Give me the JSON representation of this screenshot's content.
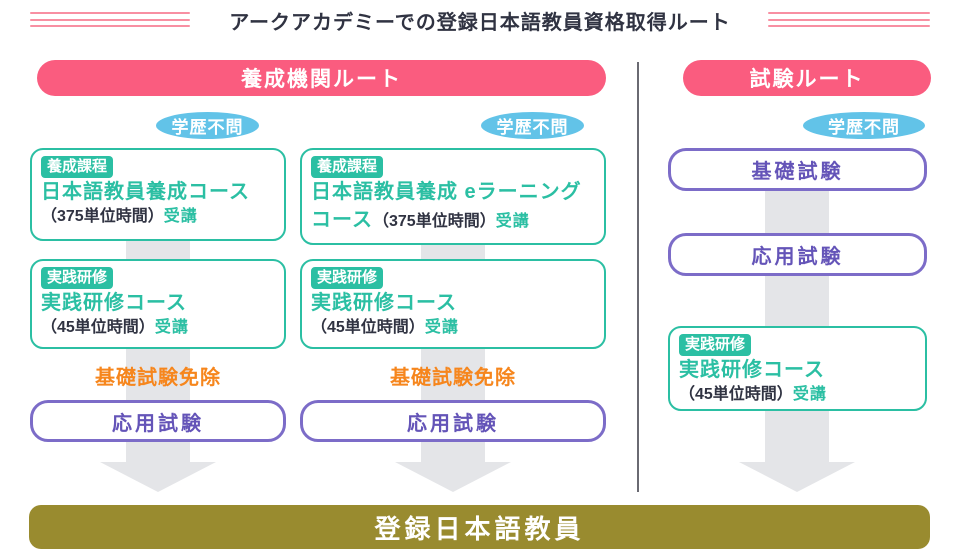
{
  "title": "アークアカデミーでの登録日本語教員資格取得ルート",
  "training_route": {
    "header": "養成機関ルート",
    "col1": {
      "badge": "学歴不問",
      "course": {
        "tag": "養成課程",
        "name": "日本語教員養成コース",
        "hours": "（375単位時間）",
        "action": "受講"
      },
      "practice": {
        "tag": "実践研修",
        "name": "実践研修コース",
        "hours": "（45単位時間）",
        "action": "受講"
      },
      "exemption": "基礎試験免除",
      "exam": "応用試験"
    },
    "col2": {
      "badge": "学歴不問",
      "course": {
        "tag": "養成課程",
        "name_line1": "日本語教員養成 eラーニング",
        "name_line2": "コース",
        "hours": "（375単位時間）",
        "action": "受講"
      },
      "practice": {
        "tag": "実践研修",
        "name": "実践研修コース",
        "hours": "（45単位時間）",
        "action": "受講"
      },
      "exemption": "基礎試験免除",
      "exam": "応用試験"
    }
  },
  "exam_route": {
    "header": "試験ルート",
    "badge": "学歴不問",
    "basic_exam": "基礎試験",
    "applied_exam": "応用試験",
    "practice": {
      "tag": "実践研修",
      "name": "実践研修コース",
      "hours": "（45単位時間）",
      "action": "受講"
    }
  },
  "footer": {
    "label": "登録日本語教員"
  },
  "colors": {
    "pink": "#FA5C7F",
    "teal": "#2BBFA3",
    "purple_border": "#7C6CC8",
    "purple_text": "#6454B8",
    "blue": "#62C3E8",
    "orange": "#F6861D",
    "olive": "#998B2F",
    "arrow_gray": "#E4E5E8",
    "text_dark": "#303342"
  }
}
